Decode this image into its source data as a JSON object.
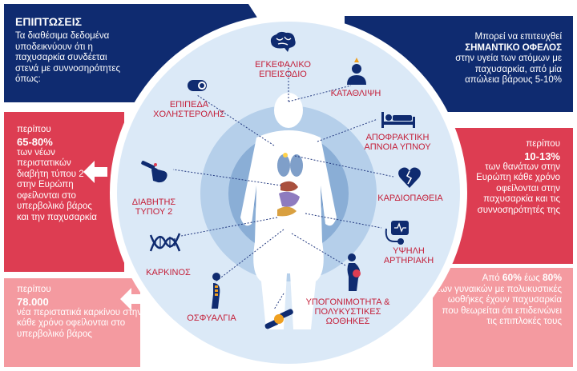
{
  "header": {
    "title": "ΕΠΙΠΤΩΣΕΙΣ",
    "intro": "Τα διαθέσιμα δεδομένα υποδεικνύουν ότι η παχυσαρκία συνδέεται στενά με συννοσηρότητες όπως:"
  },
  "right_top": {
    "line1": "Μπορεί να επιτευχθεί",
    "highlight": "ΣΗΜΑΝΤΙΚΟ ΟΦΕΛΟΣ",
    "line2": "στην υγεία των ατόμων με παχυσαρκία, από μία απώλεια βάρους 5-10%"
  },
  "left_mid": {
    "prefix": "περίπου",
    "value": "65-80%",
    "text": "των νέων περιστατικών διαβήτη τύπου 2 στην Ευρώπη οφείλονται στο υπερβολικό βάρος και την παχυσαρκία"
  },
  "right_mid": {
    "prefix": "περίπου",
    "value": "10-13%",
    "text": "των θανάτων στην Ευρώπη κάθε χρόνο οφείλονται στην παχυσαρκία και τις συννοσηρότητές της"
  },
  "left_bottom": {
    "prefix": "περίπου",
    "value": "78.000",
    "text": "νέα περιστατικά καρκίνου στην ΕΕ κάθε χρόνο οφείλονται στο υπερβολικό βάρος"
  },
  "right_bottom": {
    "pre": "Από",
    "v1": "60%",
    "mid": "έως",
    "v2": "80%",
    "text": "των γυναικών με πολυκυστικές ωοθήκες έχουν παχυσαρκία που θεωρείται ότι επιδεινώνει τις επιπλοκές τους"
  },
  "conditions": {
    "stroke": "ΕΓΚΕΦΑΛΙΚΟ ΕΠΕΙΣΟΔΙΟ",
    "depression": "ΚΑΤΑΘΛΙΨΗ",
    "cholesterol": "ΕΠΙΠΕΔΑ ΧΟΛΗΣΤΕΡΟΛΗΣ",
    "apnea": "ΑΠΟΦΡΑΚΤΙΚΗ ΑΠΝΟΙΑ ΥΠΝΟΥ",
    "heart": "ΚΑΡΔΙΟΠΑΘΕΙΑ",
    "diabetes": "ΔΙΑΒΗΤΗΣ ΤΥΠΟΥ 2",
    "hypertension": "ΥΨΗΛΗ ΑΡΤΗΡΙΑΚΗ",
    "cancer": "ΚΑΡΚΙΝΟΣ",
    "infertility": "ΥΠΟΓΟΝΙΜΟΤΗΤΑ & ΠΟΛΥΚΥΣΤΙΚΕΣ ΩΟΘΗΚΕΣ",
    "osteoarthritis": "ΟΣΦΥΑΛΓΙΑ"
  },
  "icons": [
    "brain-icon",
    "depressed-person-icon",
    "cholesterol-pill-icon",
    "sleep-bed-icon",
    "broken-heart-icon",
    "glucose-finger-icon",
    "blood-pressure-icon",
    "dna-icon",
    "pregnant-woman-icon",
    "spine-icon",
    "knee-joint-icon"
  ],
  "colors": {
    "navy": "#0f2b70",
    "red": "#dd3d52",
    "pink": "#f49aa0",
    "label": "#c4203a"
  }
}
